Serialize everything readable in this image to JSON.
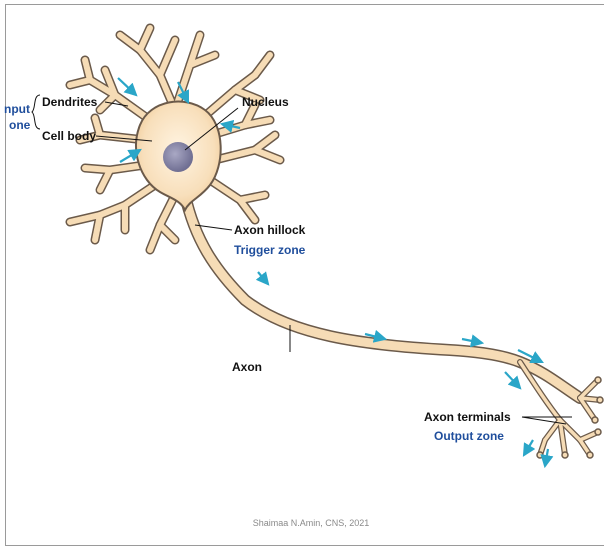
{
  "diagram": {
    "labels": {
      "input_zone_line1": "nput",
      "input_zone_line2": "one",
      "dendrites": "Dendrites",
      "cell_body": "Cell body",
      "nucleus": "Nucleus",
      "axon_hillock": "Axon hillock",
      "trigger_zone": "Trigger zone",
      "axon": "Axon",
      "axon_terminals": "Axon terminals",
      "output_zone": "Output zone"
    },
    "credit": "Shaimaa N.Amin, CNS, 2021",
    "colors": {
      "cell_fill": "#f6dcb6",
      "cell_outline": "#6b5a4a",
      "nucleus": "#8b8aa8",
      "signal_arrow": "#2aa6c8",
      "zone_text": "#1f4e9c"
    }
  }
}
